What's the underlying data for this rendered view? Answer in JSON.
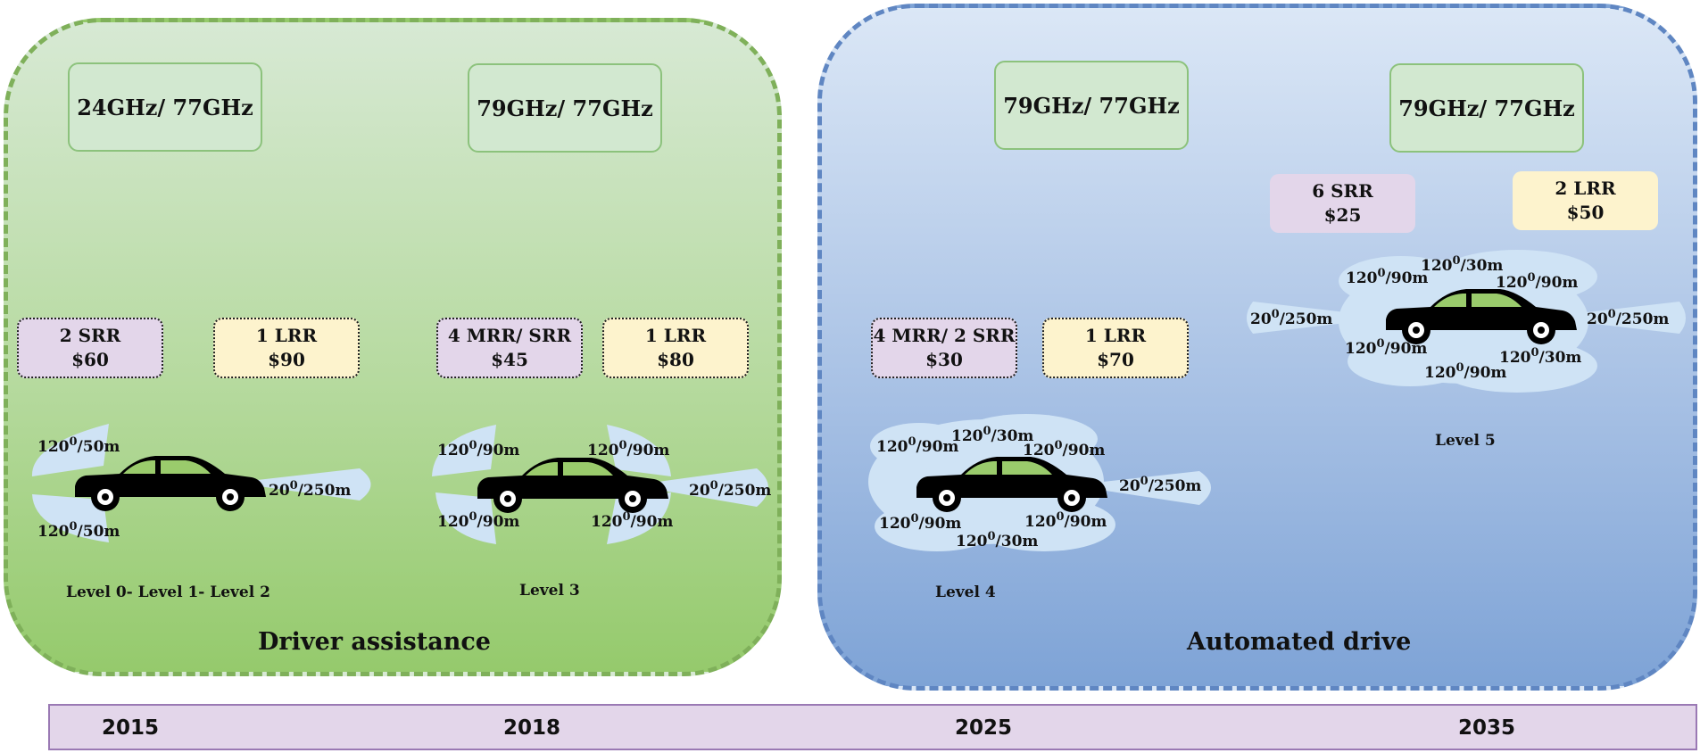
{
  "panels": {
    "driver_assistance": {
      "title": "Driver assistance",
      "freq": [
        "24GHz/ 77GHz",
        "79GHz/ 77GHz"
      ],
      "levels": [
        "Level 0- Level 1- Level 2",
        "Level 3"
      ]
    },
    "automated_drive": {
      "title": "Automated drive",
      "freq": [
        "79GHz/ 77GHz",
        "79GHz/ 77GHz"
      ],
      "levels": [
        "Level 4",
        "Level 5"
      ]
    }
  },
  "costs": [
    {
      "name": "2 SRR",
      "price": "$60"
    },
    {
      "name": "1 LRR",
      "price": "$90"
    },
    {
      "name": "4 MRR/ SRR",
      "price": "$45"
    },
    {
      "name": "1 LRR",
      "price": "$80"
    },
    {
      "name": "4 MRR/ 2 SRR",
      "price": "$30"
    },
    {
      "name": "1 LRR",
      "price": "$70"
    },
    {
      "name": "6 SRR",
      "price": "$25"
    },
    {
      "name": "2 LRR",
      "price": "$50"
    }
  ],
  "radar_labels": {
    "l0": [
      "120",
      "/50m",
      "120",
      "/50m",
      "20",
      "/250m"
    ],
    "l3": [
      "120",
      "/90m",
      "120",
      "/90m",
      "120",
      "/90m",
      "120",
      "/90m",
      "20",
      "/250m"
    ],
    "l4": [
      "120",
      "/90m",
      "120",
      "/30m",
      "120",
      "/90m",
      "120",
      "/90m",
      "120",
      "/30m",
      "120",
      "/90m",
      "20",
      "/250m"
    ],
    "l5": [
      "120",
      "/90m",
      "120",
      "/30m",
      "120",
      "/90m",
      "20",
      "/250m",
      "20",
      "/250m",
      "120",
      "/90m",
      "120",
      "/30m",
      "120",
      "/90m"
    ],
    "degree_mark": "0"
  },
  "timeline": {
    "years": [
      "2015",
      "2018",
      "2025",
      "2035"
    ]
  },
  "colors": {
    "green_border": "#7fb05a",
    "blue_border": "#5f86c2",
    "beam": "#cfe3f5",
    "car": "#000000",
    "srr_box": "#e3d6ea",
    "lrr_box": "#fdf3cd",
    "freq_box": "#d2e8d0"
  }
}
